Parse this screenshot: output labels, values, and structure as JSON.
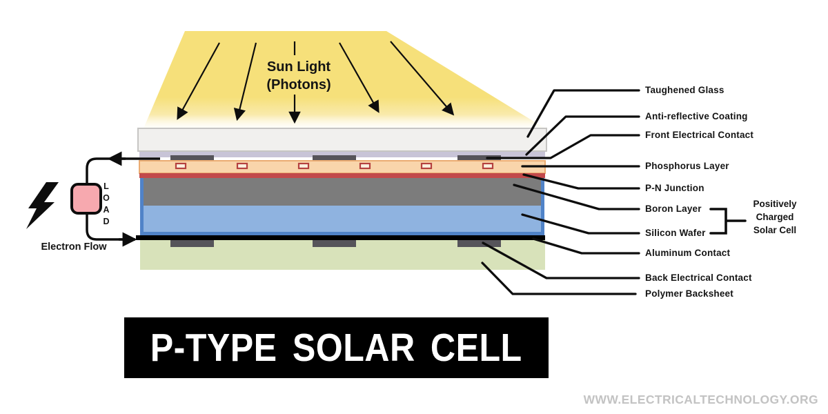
{
  "sun": {
    "line1": "Sun Light",
    "line2": "(Photons)"
  },
  "circuit": {
    "load": "LOAD",
    "electron_flow": "Electron Flow"
  },
  "labels": {
    "toughened_glass": "Taughened Glass",
    "anti_reflective": "Anti-reflective Coating",
    "front_contact": "Front Electrical Contact",
    "phosphorus": "Phosphorus Layer",
    "pn_junction": "P-N Junction",
    "boron": "Boron Layer",
    "silicon": "Silicon Wafer",
    "aluminum": "Aluminum Contact",
    "back_contact": "Back Electrical Contact",
    "polymer": "Polymer Backsheet"
  },
  "annotation": {
    "lines": [
      "Positively",
      "Charged",
      "Solar Cell"
    ]
  },
  "title": "P-TYPE SOLAR CELL",
  "watermark": "WWW.ELECTRICALTECHNOLOGY.ORG",
  "icons": {
    "lightning_bolt": "⚡"
  },
  "colors": {
    "sun_beam": "#F6E07A",
    "glass": "#F1F0EE",
    "glass_border": "#C6C5C3",
    "anti_reflective": "#C8C4D7",
    "contact_pad": "#56545A",
    "phosphorus": "#F9D5AB",
    "phosphorus_border": "#EBAC72",
    "dopant_marker_border": "#B5413F",
    "pn_junction": "#C2494B",
    "boron": "#7C7C7C",
    "silicon": "#8FB3E0",
    "silicon_border": "#5083C8",
    "aluminum": "#000000",
    "polymer_backsheet": "#D8E2BA",
    "load_box": "#F7A9AF",
    "line": "#0D0D0D",
    "title_bg": "#000000",
    "title_text": "#FFFFFF",
    "watermark": "#C3C3C3"
  }
}
